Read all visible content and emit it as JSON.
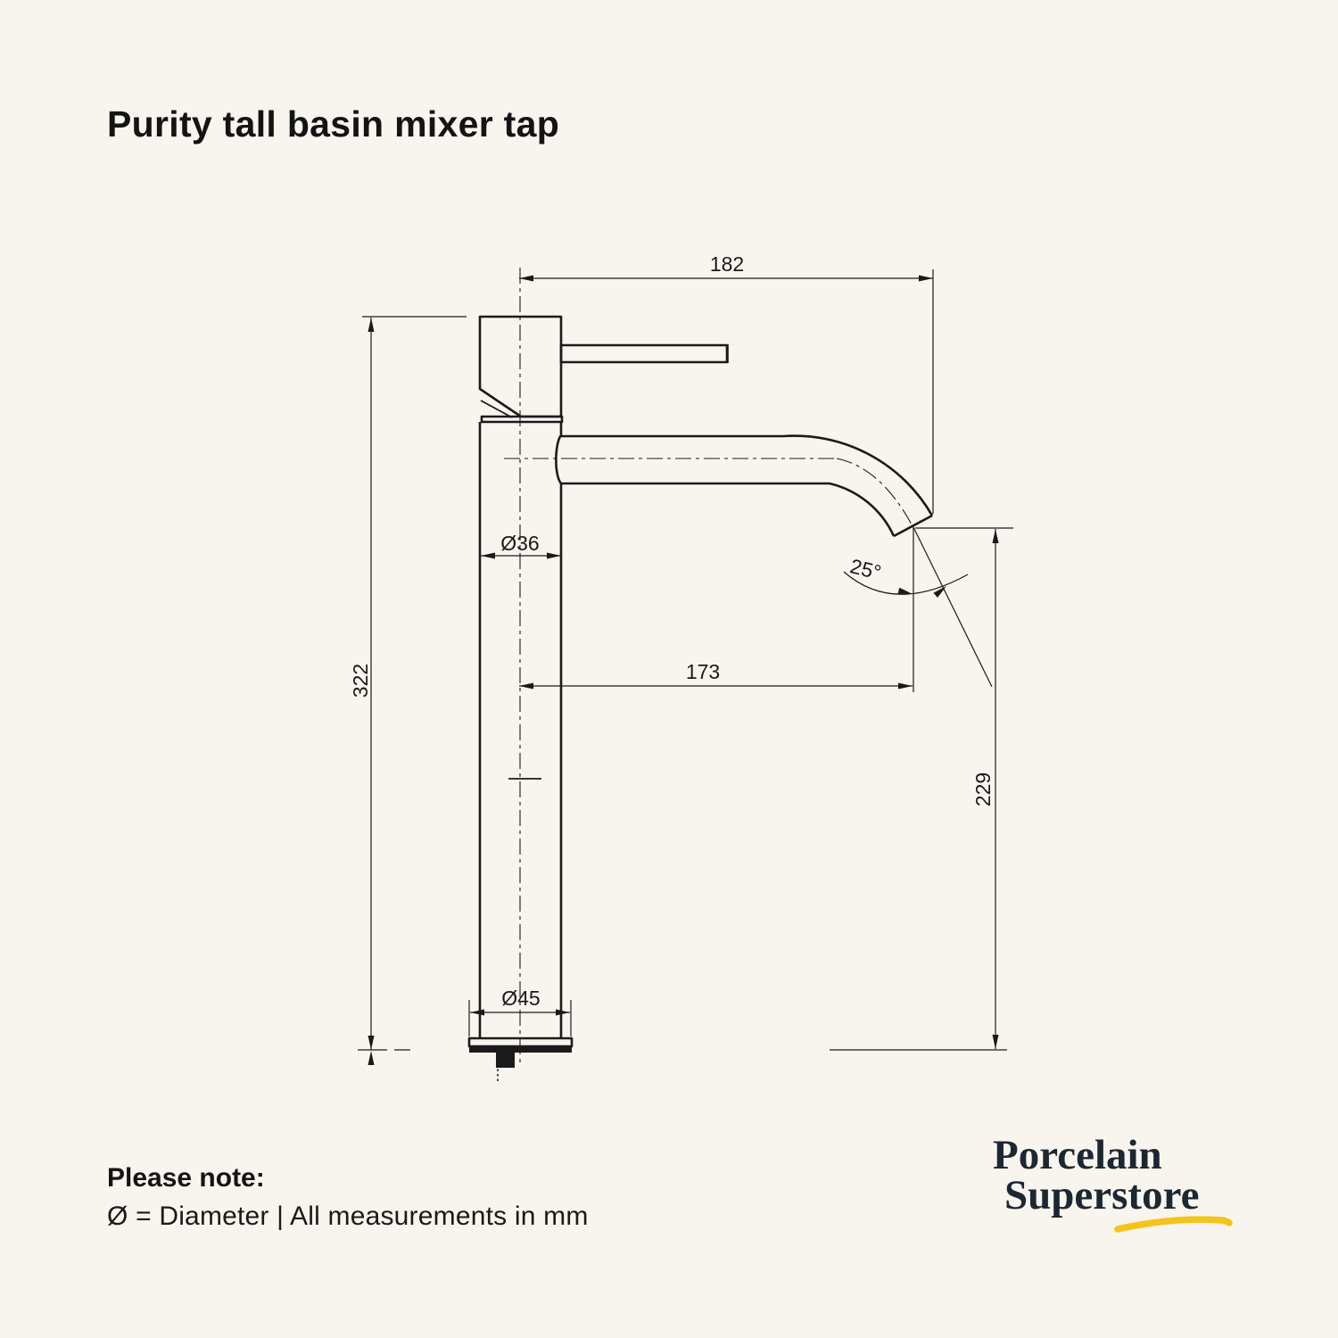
{
  "title": "Purity tall basin mixer tap",
  "dimensions": {
    "overall_width": "182",
    "overall_height": "322",
    "body_diameter": "Ø36",
    "spout_angle": "25°",
    "spout_reach": "173",
    "spout_height": "229",
    "base_diameter": "Ø45"
  },
  "note": {
    "heading": "Please note:",
    "body": "Ø = Diameter | All measurements in mm"
  },
  "logo": {
    "line1": "Porcelain",
    "line2": "Superstore"
  },
  "colors": {
    "background": "#F8F5EF",
    "line": "#1A1A1A",
    "logo_text": "#1C2831",
    "logo_accent": "#F4C41C"
  },
  "units": "mm"
}
